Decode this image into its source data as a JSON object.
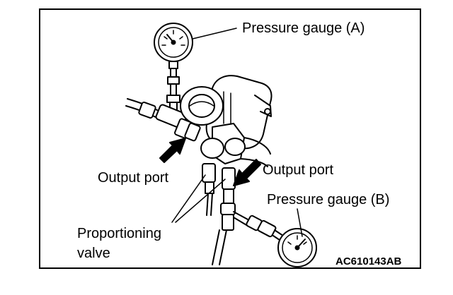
{
  "labels": {
    "pressure_gauge_a": "Pressure gauge (A)",
    "output_port_left": "Output port",
    "output_port_right": "Output port",
    "pressure_gauge_b": "Pressure gauge (B)",
    "proportioning_line1": "Proportioning",
    "proportioning_line2": "valve"
  },
  "figure_code": "AC610143AB",
  "colors": {
    "ink": "#000000",
    "paper": "#ffffff"
  }
}
